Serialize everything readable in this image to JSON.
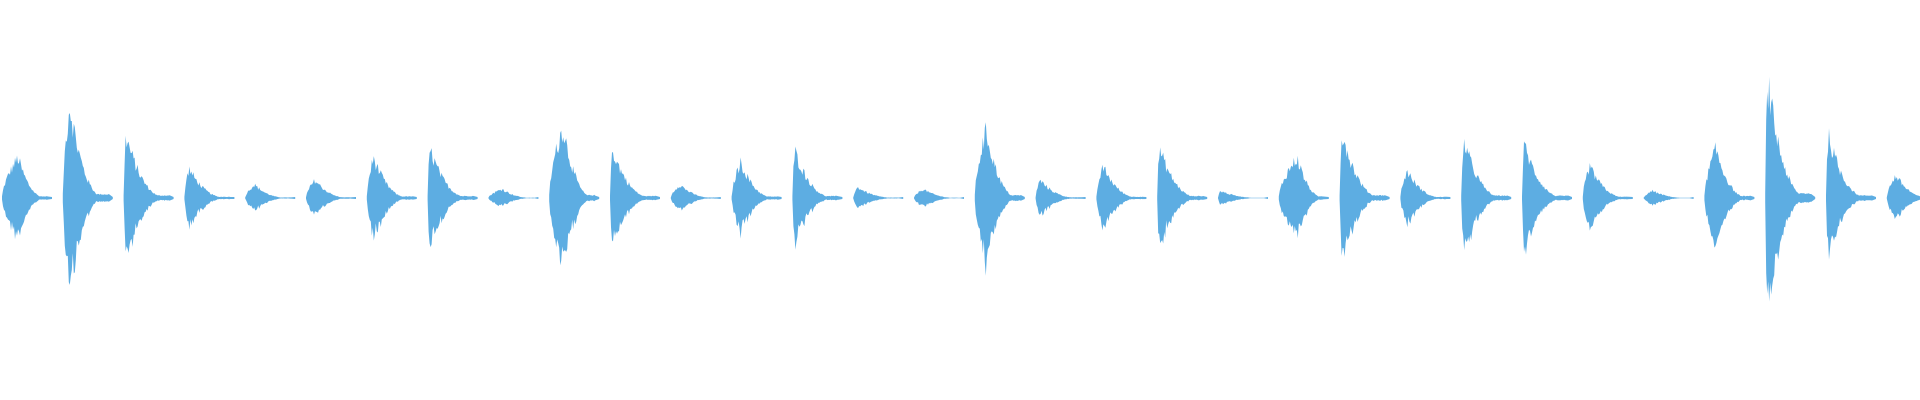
{
  "waveform": {
    "color": "#5dade2",
    "background": "#ffffff",
    "clips": [
      {
        "peak": 0.45,
        "attack": 0.35,
        "decay": 0.65
      },
      {
        "peak": 1.05,
        "attack": 0.15,
        "decay": 0.85
      },
      {
        "peak": 0.7,
        "attack": 0.05,
        "decay": 0.7
      },
      {
        "peak": 0.33,
        "attack": 0.1,
        "decay": 0.75
      },
      {
        "peak": 0.15,
        "attack": 0.2,
        "decay": 0.8
      },
      {
        "peak": 0.2,
        "attack": 0.2,
        "decay": 0.75
      },
      {
        "peak": 0.45,
        "attack": 0.15,
        "decay": 0.8
      },
      {
        "peak": 0.55,
        "attack": 0.05,
        "decay": 0.8
      },
      {
        "peak": 0.1,
        "attack": 0.3,
        "decay": 0.65
      },
      {
        "peak": 0.8,
        "attack": 0.3,
        "decay": 0.65
      },
      {
        "peak": 0.55,
        "attack": 0.05,
        "decay": 0.8
      },
      {
        "peak": 0.15,
        "attack": 0.2,
        "decay": 0.75
      },
      {
        "peak": 0.4,
        "attack": 0.2,
        "decay": 0.75
      },
      {
        "peak": 0.53,
        "attack": 0.05,
        "decay": 0.8
      },
      {
        "peak": 0.12,
        "attack": 0.1,
        "decay": 0.75
      },
      {
        "peak": 0.1,
        "attack": 0.2,
        "decay": 0.7
      },
      {
        "peak": 0.75,
        "attack": 0.25,
        "decay": 0.7
      },
      {
        "peak": 0.2,
        "attack": 0.1,
        "decay": 0.8
      },
      {
        "peak": 0.35,
        "attack": 0.15,
        "decay": 0.75
      },
      {
        "peak": 0.55,
        "attack": 0.05,
        "decay": 0.8
      },
      {
        "peak": 0.08,
        "attack": 0.05,
        "decay": 0.7
      },
      {
        "peak": 0.45,
        "attack": 0.4,
        "decay": 0.5
      },
      {
        "peak": 0.75,
        "attack": 0.05,
        "decay": 0.8
      },
      {
        "peak": 0.3,
        "attack": 0.15,
        "decay": 0.75
      },
      {
        "peak": 0.65,
        "attack": 0.05,
        "decay": 0.8
      },
      {
        "peak": 0.6,
        "attack": 0.05,
        "decay": 0.8
      },
      {
        "peak": 0.35,
        "attack": 0.15,
        "decay": 0.6
      },
      {
        "peak": 0.08,
        "attack": 0.2,
        "decay": 0.7
      },
      {
        "peak": 0.55,
        "attack": 0.25,
        "decay": 0.7
      },
      {
        "peak": 1.3,
        "attack": 0.05,
        "decay": 0.85
      },
      {
        "peak": 0.7,
        "attack": 0.05,
        "decay": 0.8
      },
      {
        "peak": 0.25,
        "attack": 0.2,
        "decay": 0.7
      }
    ]
  }
}
